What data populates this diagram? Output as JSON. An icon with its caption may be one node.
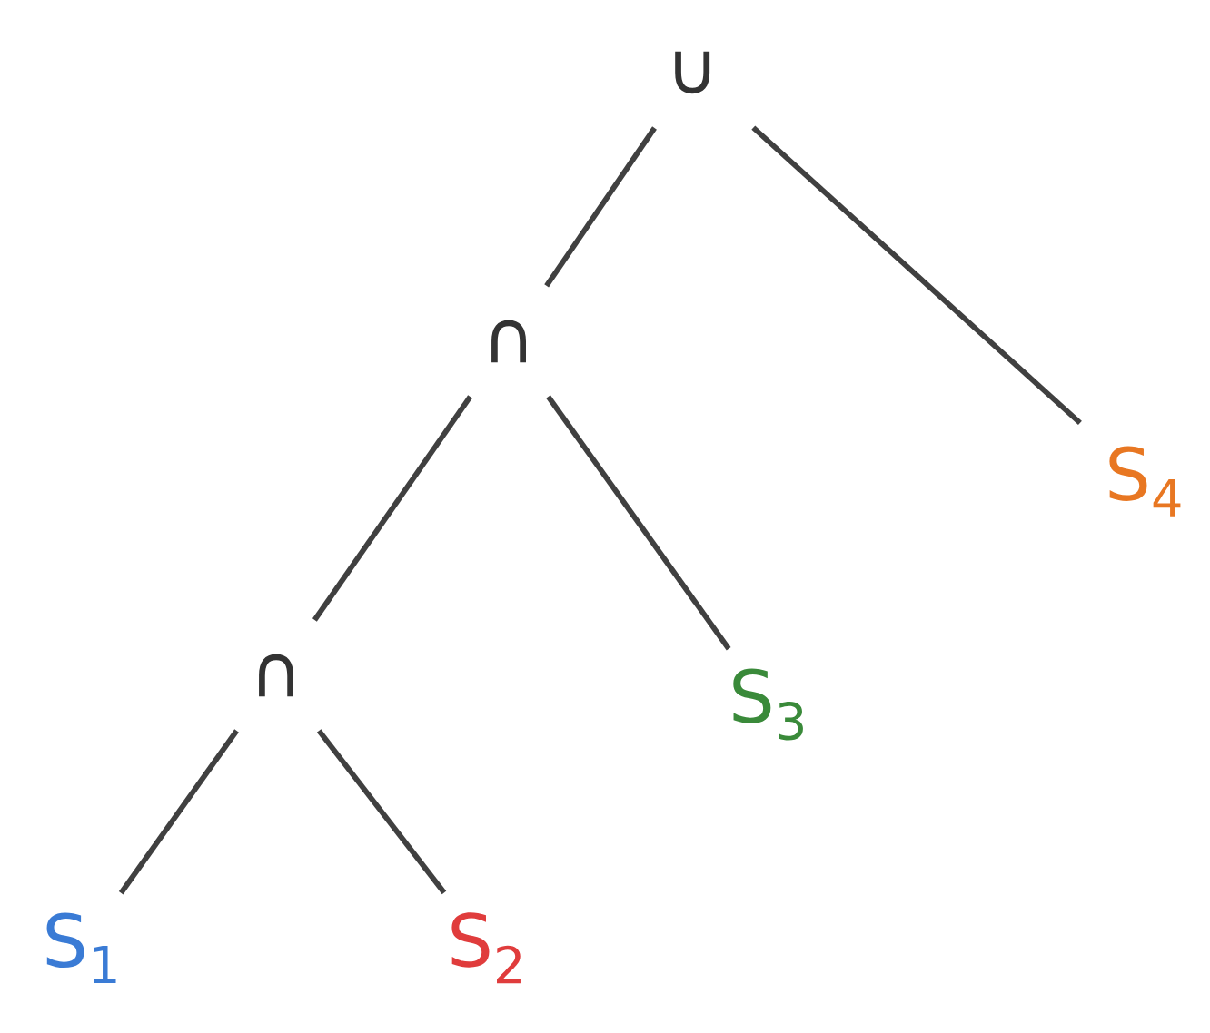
{
  "diagram": {
    "nodes": [
      {
        "text": [
          "∪"
        ]
      },
      {
        "text": [
          "∩"
        ]
      },
      {
        "text": [
          "∩"
        ]
      },
      {
        "text": [
          "S$_{1}$"
        ]
      },
      {
        "text": [
          "S$_{2}$"
        ]
      },
      {
        "text": [
          "S$_{3}$"
        ]
      },
      {
        "text": [
          "S$_{4}$"
        ]
      }
    ],
    "edges": [
      {
        "from": 0,
        "to": 1,
        "arrow": "none"
      },
      {
        "from": 0,
        "to": 6,
        "arrow": "none"
      },
      {
        "from": 1,
        "to": 2,
        "arrow": "none"
      },
      {
        "from": 1,
        "to": 5,
        "arrow": "none"
      },
      {
        "from": 2,
        "to": 3,
        "arrow": "none"
      },
      {
        "from": 2,
        "to": 4,
        "arrow": "none"
      }
    ]
  }
}
